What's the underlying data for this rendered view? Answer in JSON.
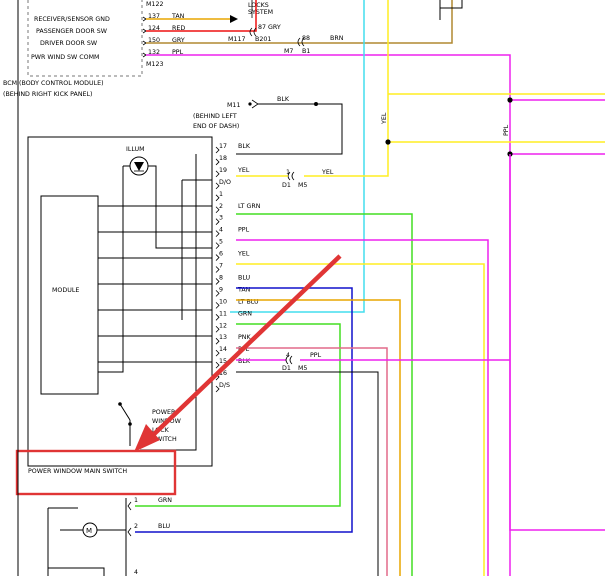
{
  "colors": {
    "wire_blk": "#111111",
    "wire_yel": "#ffee22",
    "wire_tan": "#e8a600",
    "wire_red": "#ee1111",
    "wire_grn": "#44dd22",
    "wire_blu": "#1111cc",
    "wire_ppl": "#ee22ee",
    "wire_cyan": "#44ddee",
    "wire_brn": "#b08830",
    "wire_pink": "#e26a8a",
    "highlight": "#e03535"
  },
  "bcm": {
    "title": "BCM (BODY CONTROL MODULE)",
    "subtitle": "(BEHIND RIGHT KICK PANEL)",
    "top_connector": "M122",
    "bottom_connector": "M123",
    "rows": [
      {
        "label": "RECEIVER/SENSOR GND",
        "pin": "137",
        "color": "TAN"
      },
      {
        "label": "PASSENGER DOOR SW",
        "pin": "124",
        "color": "RED"
      },
      {
        "label": "DRIVER DOOR SW",
        "pin": "150",
        "color": "GRY"
      },
      {
        "label": "PWR WIND SW COMM",
        "pin": "132",
        "color": "PPL"
      }
    ]
  },
  "top_right": {
    "lock_system": "LOCKS",
    "system": "SYSTEM",
    "pin_87": "87",
    "gry": "GRY",
    "m117": "M117",
    "b201": "B201",
    "pin_88": "88",
    "brn": "BRN",
    "m7": "M7",
    "b1": "B1"
  },
  "ground": {
    "connector": "M11",
    "wire_color": "BLK",
    "location_line1": "(BEHIND LEFT",
    "location_line2": "END OF DASH)"
  },
  "vertical_labels": {
    "yel": "YEL",
    "ppl": "PPL"
  },
  "module": {
    "label": "MODULE",
    "illum": "ILLUM",
    "lock_switch": [
      "POWER",
      "WINDOW",
      "LOCK",
      "SWITCH"
    ]
  },
  "connector_pins": [
    {
      "pin": "17",
      "color": "BLK"
    },
    {
      "pin": "18",
      "color": ""
    },
    {
      "pin": "19",
      "color": "YEL"
    },
    {
      "pin": "D/O",
      "color": ""
    },
    {
      "pin": "1",
      "color": ""
    },
    {
      "pin": "2",
      "color": "LT GRN"
    },
    {
      "pin": "3",
      "color": ""
    },
    {
      "pin": "4",
      "color": "PPL"
    },
    {
      "pin": "5",
      "color": ""
    },
    {
      "pin": "6",
      "color": "YEL"
    },
    {
      "pin": "7",
      "color": ""
    },
    {
      "pin": "8",
      "color": "BLU"
    },
    {
      "pin": "9",
      "color": "TAN"
    },
    {
      "pin": "10",
      "color": "LT BLU"
    },
    {
      "pin": "11",
      "color": "GRN"
    },
    {
      "pin": "12",
      "color": ""
    },
    {
      "pin": "13",
      "color": "PNK"
    },
    {
      "pin": "14",
      "color": "PPL"
    },
    {
      "pin": "15",
      "color": "BLK"
    },
    {
      "pin": "16",
      "color": ""
    },
    {
      "pin": "D/S",
      "color": ""
    }
  ],
  "inline_connectors": {
    "yel_pin": "1",
    "yel_conn": "D1",
    "yel_mate": "M5",
    "yel_wire": "YEL",
    "ppl_pin": "4",
    "ppl_conn": "D1",
    "ppl_mate": "M5",
    "ppl_wire": "PPL"
  },
  "callout": {
    "label": "POWER WINDOW MAIN SWITCH"
  },
  "motor": {
    "symbol": "M",
    "pin1": "1",
    "pin1_color": "GRN",
    "pin2": "2",
    "pin2_color": "BLU",
    "pin4": "4"
  }
}
